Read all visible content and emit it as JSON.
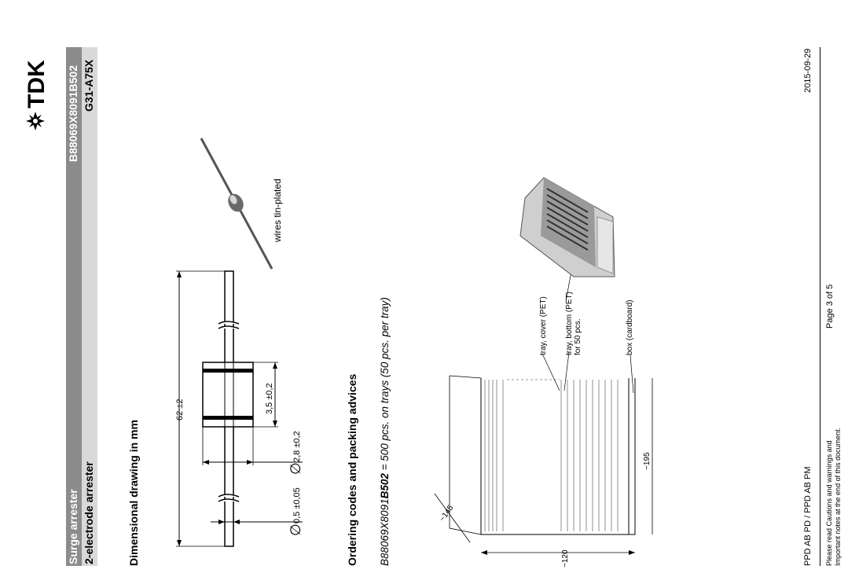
{
  "brand": {
    "logo_text": "TDK"
  },
  "header": {
    "product_type": "Surge arrester",
    "product_subtitle": "2-electrode arrester",
    "part_number": "B88069X8091B502",
    "model": "G31-A75X"
  },
  "sections": {
    "dimensional_title": "Dimensional drawing in mm",
    "ordering_title": "Ordering codes and packing advices"
  },
  "ordering": {
    "code_prefix": "B88069X8091",
    "code_suffix": "B502",
    "description": " = 500 pcs. on trays (50 pcs. per tray)"
  },
  "dimensional_drawing": {
    "overall_length": "62 ±2",
    "body_length": "3,5 ±0,2",
    "body_diameter": "2,8 ±0,2",
    "wire_diameter": "0,5 ±0,05",
    "diameter_symbol": "∅",
    "wire_note": "wires tin-plated"
  },
  "packing_drawing": {
    "tray_cover": "tray, cover (PET)",
    "tray_bottom_line1": "tray, bottom (PET)",
    "tray_bottom_line2": "for 50 pcs.",
    "box": "box (cardboard)",
    "dim_145": "~145",
    "dim_195": "~195",
    "dim_120": "~120"
  },
  "footer": {
    "dept": "PPD AB PD / PPD AB PM",
    "page": "Page 3 of 5",
    "date": "2015-09-29",
    "note_line1": "Please read Cautions and warnings and",
    "note_line2": "Important notes at the end of this document."
  }
}
